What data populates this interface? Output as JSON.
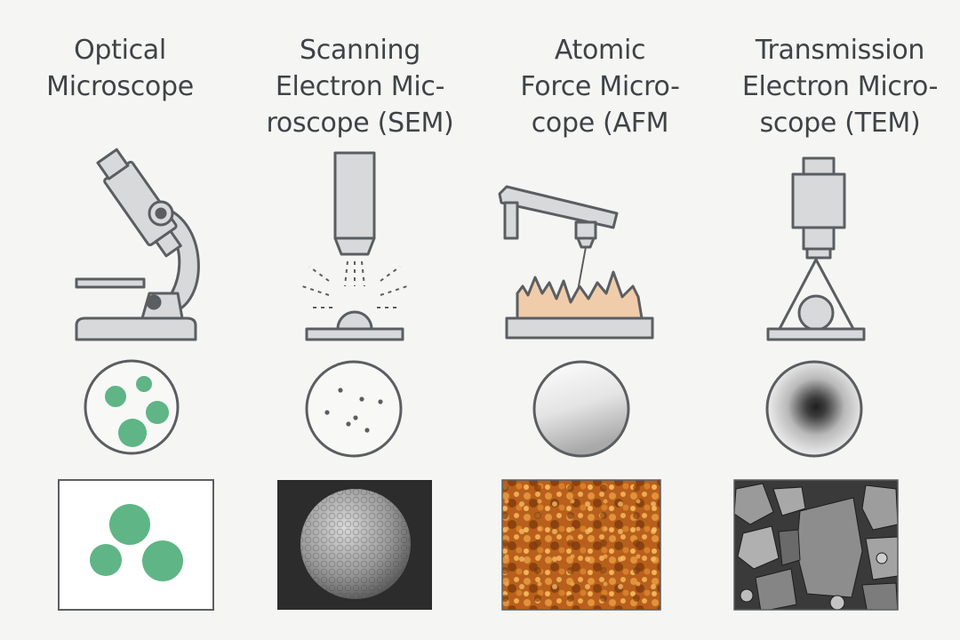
{
  "columns": [
    {
      "id": "optical",
      "title_lines": [
        "Optical",
        "Microscope"
      ],
      "instrument_icon": "optical-microscope-icon",
      "view_icon": "green-cells-view-icon",
      "sample_image": "green-cells-image"
    },
    {
      "id": "sem",
      "title_lines": [
        "Scanning",
        "Electron Mic-",
        "roscope (SEM)"
      ],
      "instrument_icon": "electron-beam-column-icon",
      "view_icon": "scattered-dots-view-icon",
      "sample_image": "textured-sphere-sem-image"
    },
    {
      "id": "afm",
      "title_lines": [
        "Atomic",
        "Force Micro-",
        "cope (AFM"
      ],
      "instrument_icon": "afm-cantilever-icon",
      "view_icon": "smooth-gradient-view-icon",
      "sample_image": "afm-topography-image"
    },
    {
      "id": "tem",
      "title_lines": [
        "Transmission",
        "Electron Micro-",
        "scope (TEM)"
      ],
      "instrument_icon": "tem-column-icon",
      "view_icon": "dark-core-view-icon",
      "sample_image": "grayscale-particles-tem-image"
    }
  ],
  "colors": {
    "background": "#f5f5f4",
    "text": "#3f4346",
    "outline": "#5b5e61",
    "metal": "#d7d9db",
    "cell_green": "#5fb585",
    "afm_sample": "#f0ccaa",
    "sem_background": "#2c2c2c",
    "afm_orange": "#b8601b",
    "tem_gray": "#7a7a7a"
  }
}
